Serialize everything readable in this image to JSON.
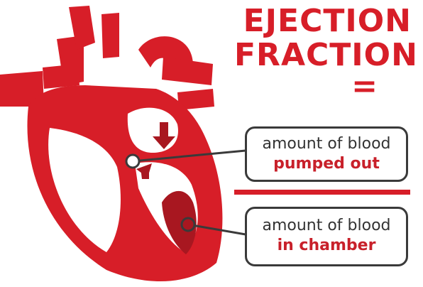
{
  "title": {
    "line1": "EJECTION",
    "line2": "FRACTION",
    "equals": "="
  },
  "numerator_box": {
    "line1": "amount of blood",
    "line2": "pumped out"
  },
  "denominator_box": {
    "line1": "amount of blood",
    "line2": "in chamber"
  },
  "colors": {
    "heart": "#d71e28",
    "heart_dark": "#a81720",
    "outline": "#3a3a3a"
  }
}
